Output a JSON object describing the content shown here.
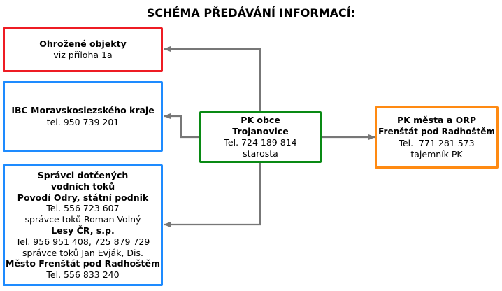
{
  "title": "SCHÉMA PŘEDÁVÁNÍ INFORMACÍ:",
  "colors": {
    "red": "#ee1c24",
    "blue": "#1e8bff",
    "green": "#098a14",
    "orange": "#ff8a12",
    "arrow": "#777777"
  },
  "nodes": {
    "ohrozene": {
      "title": "Ohrožené objekty",
      "line": "viz příloha 1a"
    },
    "ibc": {
      "title": "IBC Moravskoslezského kraje",
      "tel": "tel. 950 739 201"
    },
    "spravci": {
      "title1": "Správci dotčených",
      "title2": "vodních toků",
      "org1": "Povodí Odry, státní podnik",
      "org1_tel": "Tel. 556 723 607",
      "org1_person": "správce toků Roman Volný",
      "org2": "Lesy ČR, s.p.",
      "org2_tel": "Tel. 956 951 408, 725 879 729",
      "org2_person": "správce toků Jan Evják, Dis.",
      "org3": "Město Frenštát pod Radhoštěm",
      "org3_tel": "Tel. 556 833 240"
    },
    "pk_obce": {
      "title1": "PK obce",
      "title2": "Trojanovice",
      "tel": "Tel. 724 189 814",
      "role": "starosta"
    },
    "pk_orp": {
      "title1": "PK města a ORP",
      "title2": "Frenštát pod Radhoštěm",
      "tel": "Tel.  771 281 573",
      "role": "tajemník PK"
    }
  }
}
